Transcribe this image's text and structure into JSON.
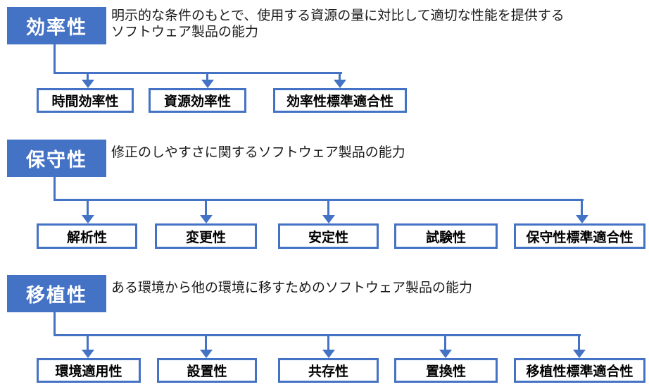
{
  "colors": {
    "accent_blue": "#4472C4",
    "header_text": "#FFFFFF",
    "box_text": "#000000",
    "background": "#FFFFFF"
  },
  "sections": [
    {
      "id": "efficiency",
      "title": "効率性",
      "description": "明示的な条件のもとで、使用する資源の量に対比して適切な性能を提供する\nソフトウェア製品の能力",
      "children": [
        {
          "label": "時間効率性"
        },
        {
          "label": "資源効率性"
        },
        {
          "label": "効率性標準適合性"
        }
      ]
    },
    {
      "id": "maintainability",
      "title": "保守性",
      "description": "修正のしやすさに関するソフトウェア製品の能力",
      "children": [
        {
          "label": "解析性"
        },
        {
          "label": "変更性"
        },
        {
          "label": "安定性"
        },
        {
          "label": "試験性"
        },
        {
          "label": "保守性標準適合性"
        }
      ]
    },
    {
      "id": "portability",
      "title": "移植性",
      "description": "ある環境から他の環境に移すためのソフトウェア製品の能力",
      "children": [
        {
          "label": "環境適用性"
        },
        {
          "label": "設置性"
        },
        {
          "label": "共存性"
        },
        {
          "label": "置換性"
        },
        {
          "label": "移植性標準適合性"
        }
      ]
    }
  ]
}
